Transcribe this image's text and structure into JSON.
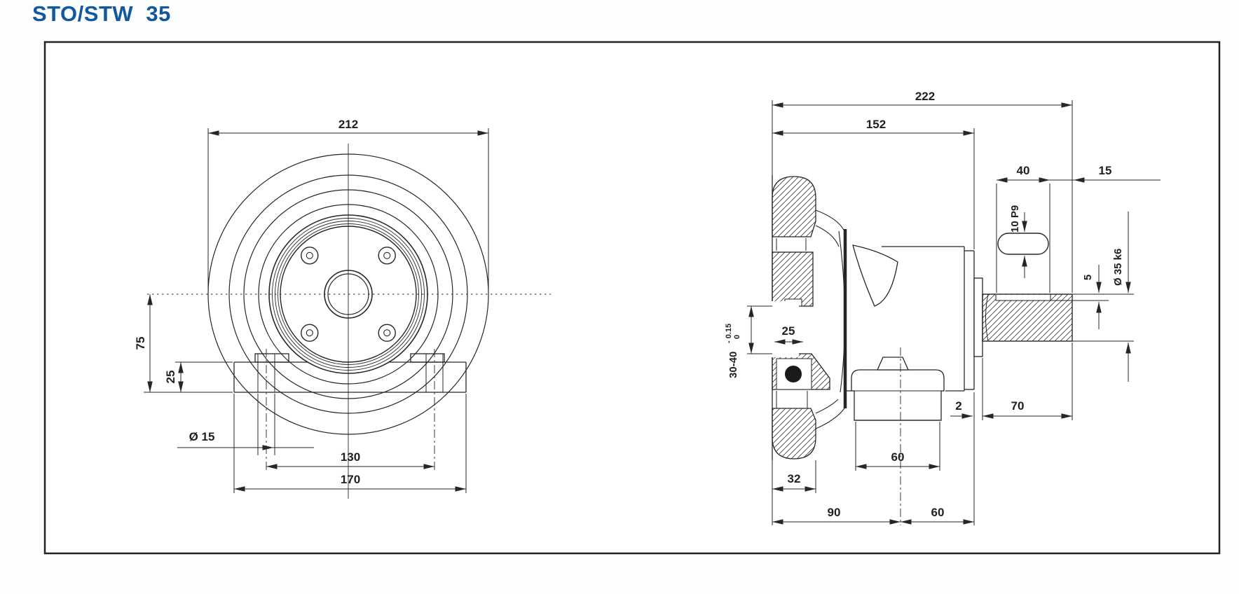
{
  "title": "STO/STW  35",
  "colors": {
    "title_blue": "#11589e",
    "line": "#262626"
  },
  "front_view": {
    "outer_diameter": "212",
    "axis_to_base": "75",
    "foot_thickness": "25",
    "foot_hole_diameter": "Ø 15",
    "foot_hole_spacing": "130",
    "foot_length": "170"
  },
  "side_view": {
    "overall_length": "222",
    "housing_length": "152",
    "keyway_length": "40",
    "shaft_end_length": "15",
    "keyway_width": "10 P9",
    "keyway_depth": "5",
    "shaft_diameter": "Ø 35 k6",
    "hub_bore": "30-40",
    "hub_bore_tol_upper": "- 0.15",
    "hub_bore_tol_lower": "0",
    "hub_depth": "25",
    "spacer_width": "2",
    "shaft_length": "70",
    "rim_width": "32",
    "wheel_to_foot_center": "90",
    "foot_center_to_face": "60",
    "foot_width": "60"
  }
}
